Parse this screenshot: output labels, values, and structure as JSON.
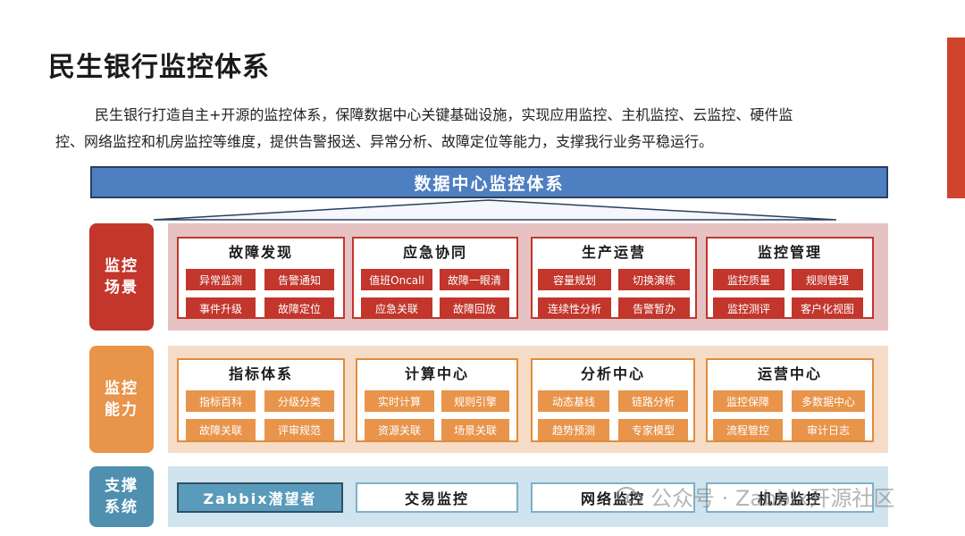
{
  "title": "民生银行监控体系",
  "intro": {
    "line1": "民生银行打造自主+开源的监控体系，保障数据中心关键基础设施，实现应用监控、主机监控、云监控、硬件监",
    "line2": "控、网络监控和机房监控等维度，提供告警报送、异常分析、故障定位等能力，支撑我行业务平稳运行。"
  },
  "banner": "数据中心监控体系",
  "rows": {
    "scene": {
      "label": "监控场景",
      "groups": [
        {
          "title": "故障发现",
          "chips": [
            "异常监测",
            "告警通知",
            "事件升级",
            "故障定位"
          ]
        },
        {
          "title": "应急协同",
          "chips": [
            "值班Oncall",
            "故障一眼清",
            "应急关联",
            "故障回放"
          ]
        },
        {
          "title": "生产运营",
          "chips": [
            "容量规划",
            "切换演练",
            "连续性分析",
            "告警暂办"
          ]
        },
        {
          "title": "监控管理",
          "chips": [
            "监控质量",
            "规则管理",
            "监控测评",
            "客户化视图"
          ]
        }
      ]
    },
    "capability": {
      "label": "监控能力",
      "groups": [
        {
          "title": "指标体系",
          "chips": [
            "指标百科",
            "分级分类",
            "故障关联",
            "评审规范"
          ]
        },
        {
          "title": "计算中心",
          "chips": [
            "实时计算",
            "规则引擎",
            "资源关联",
            "场景关联"
          ]
        },
        {
          "title": "分析中心",
          "chips": [
            "动态基线",
            "链路分析",
            "趋势预测",
            "专家模型"
          ]
        },
        {
          "title": "运营中心",
          "chips": [
            "监控保障",
            "多数据中心",
            "流程管控",
            "审计日志"
          ]
        }
      ]
    },
    "support": {
      "label": "支撑系统",
      "items": [
        "Zabbix潜望者",
        "交易监控",
        "网络监控",
        "机房监控"
      ]
    }
  },
  "watermark": "公众号 · Zabbix开源社区",
  "colors": {
    "accent": "#d0432c",
    "banner": "#4e7fc0",
    "scene": "#c2362c",
    "scene_bg": "#e7c2c2",
    "capability": "#e8944a",
    "capability_bg": "#f6dcc6",
    "support": "#4f8fb0",
    "support_bg": "#cfe4ee"
  }
}
